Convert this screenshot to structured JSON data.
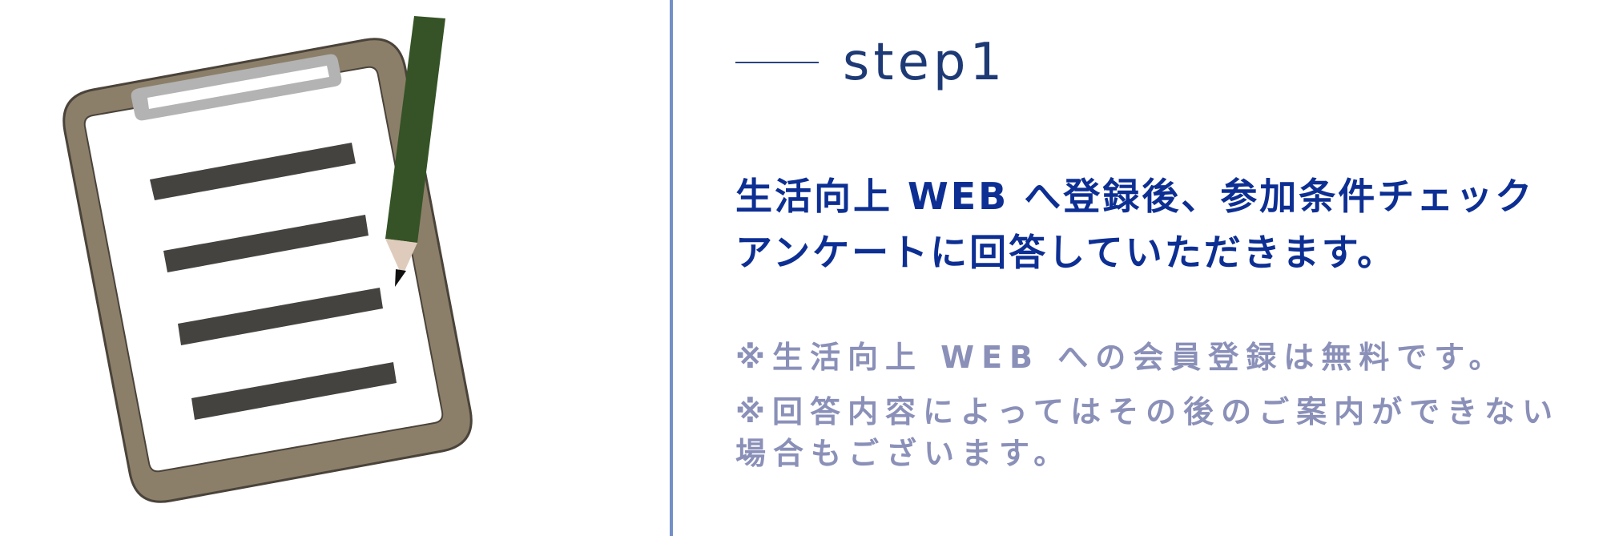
{
  "step": {
    "label": "step1"
  },
  "heading": {
    "line1": "生活向上 WEB へ登録後、参加条件チェック",
    "line2": "アンケートに回答していただきます。"
  },
  "notes": [
    {
      "line1": "※生活向上 WEB への会員登録は無料です。"
    },
    {
      "line1": "※回答内容によってはその後のご案内ができない",
      "line2": "場合もございます。"
    }
  ],
  "colors": {
    "heading": "#0d2f93",
    "step": "#1e3a76",
    "notes": "#8a90b8",
    "divider": "#7390c8",
    "clipboard_board": "#8c7f6a",
    "paper": "#ffffff",
    "clip": "#b3b3b3",
    "text_lines": "#454340",
    "pencil_body": "#355326",
    "pencil_wood": "#dfcbbc",
    "pencil_tip": "#111111"
  },
  "icons": {
    "illustration": "clipboard-with-pencil-icon"
  }
}
